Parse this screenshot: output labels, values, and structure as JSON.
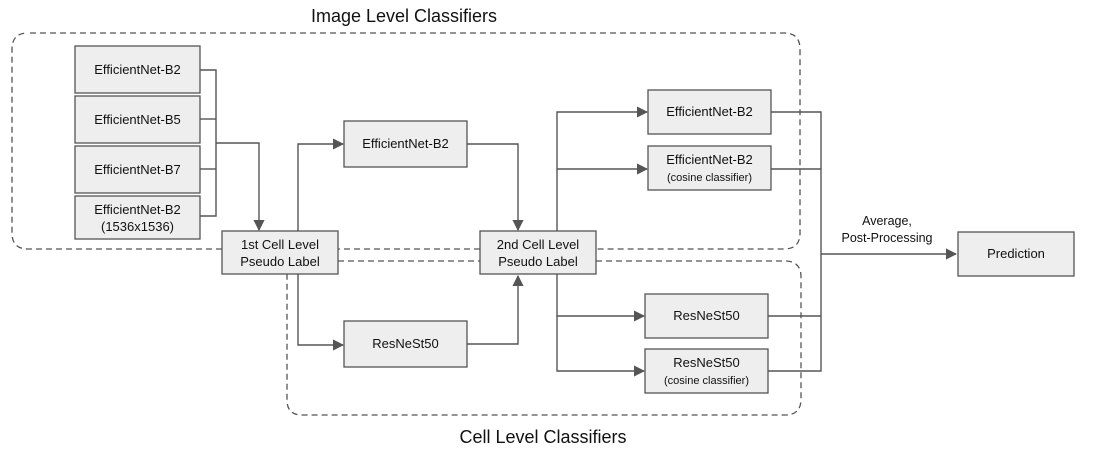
{
  "groups": {
    "image_level": {
      "title": "Image Level Classifiers"
    },
    "cell_level": {
      "title": "Cell Level Classifiers"
    }
  },
  "nodes": {
    "img_b2": {
      "label": "EfficientNet-B2"
    },
    "img_b5": {
      "label": "EfficientNet-B5"
    },
    "img_b7": {
      "label": "EfficientNet-B7"
    },
    "img_b2_hr": {
      "label": "EfficientNet-B2",
      "sub": "(1536x1536)"
    },
    "pseudo1": {
      "line1": "1st Cell Level",
      "line2": "Pseudo Label"
    },
    "mid_b2": {
      "label": "EfficientNet-B2"
    },
    "mid_resnest": {
      "label": "ResNeSt50"
    },
    "pseudo2": {
      "line1": "2nd Cell Level",
      "line2": "Pseudo Label"
    },
    "final_b2": {
      "label": "EfficientNet-B2"
    },
    "final_b2_cos": {
      "label": "EfficientNet-B2",
      "sub": "(cosine classifier)"
    },
    "final_resnest": {
      "label": "ResNeSt50"
    },
    "final_resnest_cos": {
      "label": "ResNeSt50",
      "sub": "(cosine classifier)"
    },
    "prediction": {
      "label": "Prediction"
    }
  },
  "edge_labels": {
    "ensemble_line1": "Average,",
    "ensemble_line2": "Post-Processing"
  },
  "colors": {
    "box_fill": "#eeeeee",
    "stroke": "#555555",
    "text": "#111111"
  }
}
